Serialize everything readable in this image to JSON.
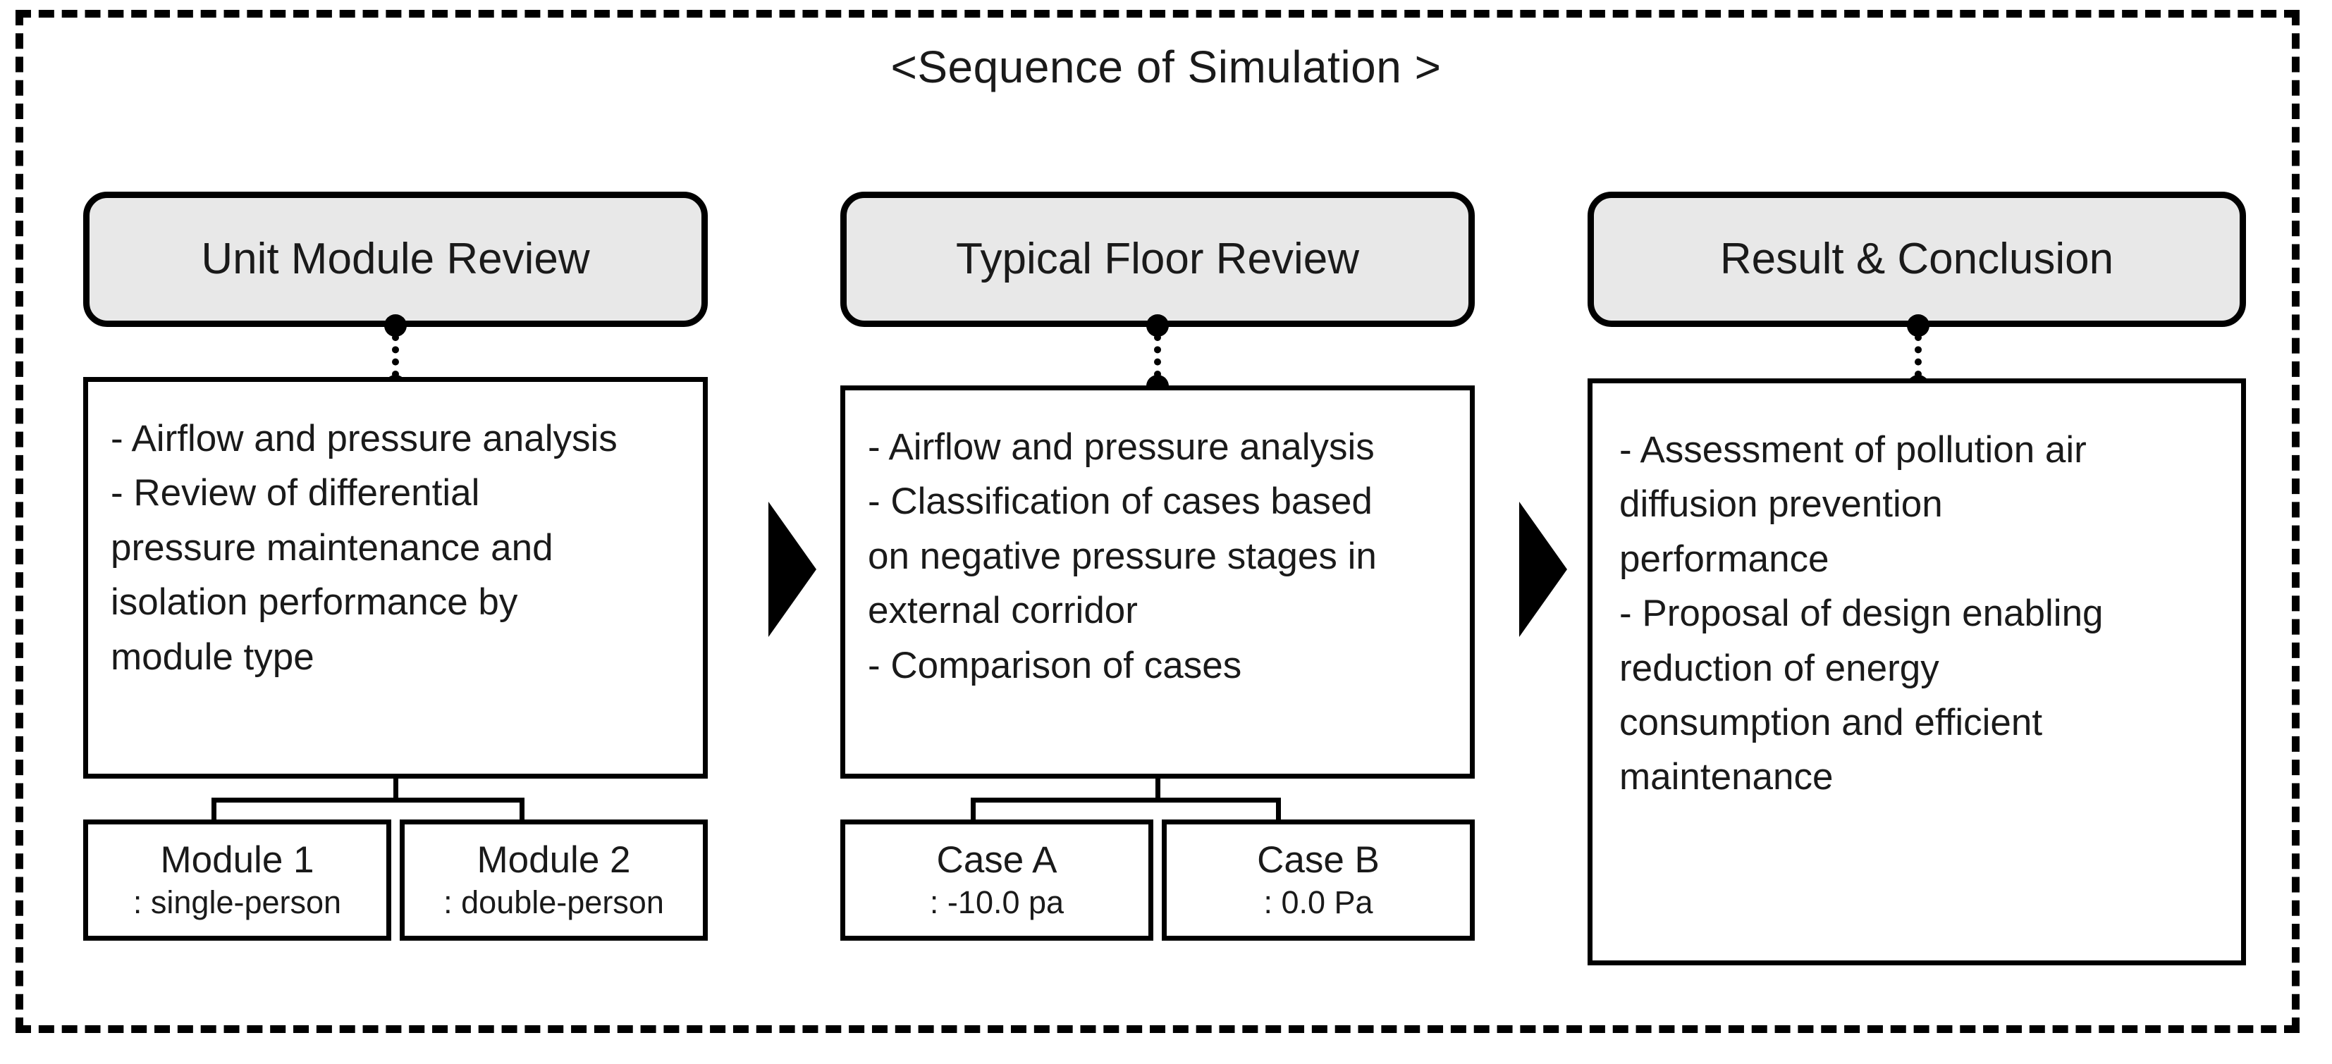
{
  "diagram": {
    "title": "<Sequence of Simulation >",
    "frame_style": "dashed",
    "colors": {
      "header_fill": "#e8e8e8",
      "border": "#000000",
      "text": "#1a1a1a",
      "body_fill": "#ffffff",
      "arrow": "#000000"
    }
  },
  "columns": [
    {
      "id": "unit-module-review",
      "header": "Unit Module Review",
      "body_lines": [
        "- Airflow and pressure analysis",
        "- Review of differential",
        "pressure maintenance and",
        "isolation performance by",
        "module type"
      ],
      "leaves": [
        {
          "title": "Module 1",
          "subtitle": ": single-person"
        },
        {
          "title": "Module 2",
          "subtitle": ": double-person"
        }
      ]
    },
    {
      "id": "typical-floor-review",
      "header": "Typical Floor Review",
      "body_lines": [
        "- Airflow and pressure analysis",
        "- Classification of cases based",
        "on negative pressure stages in",
        "external corridor",
        "- Comparison of cases"
      ],
      "leaves": [
        {
          "title": "Case A",
          "subtitle": ": -10.0 pa"
        },
        {
          "title": "Case B",
          "subtitle": ": 0.0 Pa"
        }
      ]
    },
    {
      "id": "result-and-conclusion",
      "header": "Result & Conclusion",
      "body_lines": [
        "- Assessment of pollution air",
        "diffusion prevention",
        "performance",
        "- Proposal of design enabling",
        "reduction of energy",
        "consumption and efficient",
        "maintenance"
      ],
      "leaves": []
    }
  ],
  "connectors": {
    "flow_arrow_icon": "right-triangle-arrow-icon",
    "dot_connector_icon": "dotted-link-icon",
    "bracket_icon": "tree-bracket-icon"
  }
}
